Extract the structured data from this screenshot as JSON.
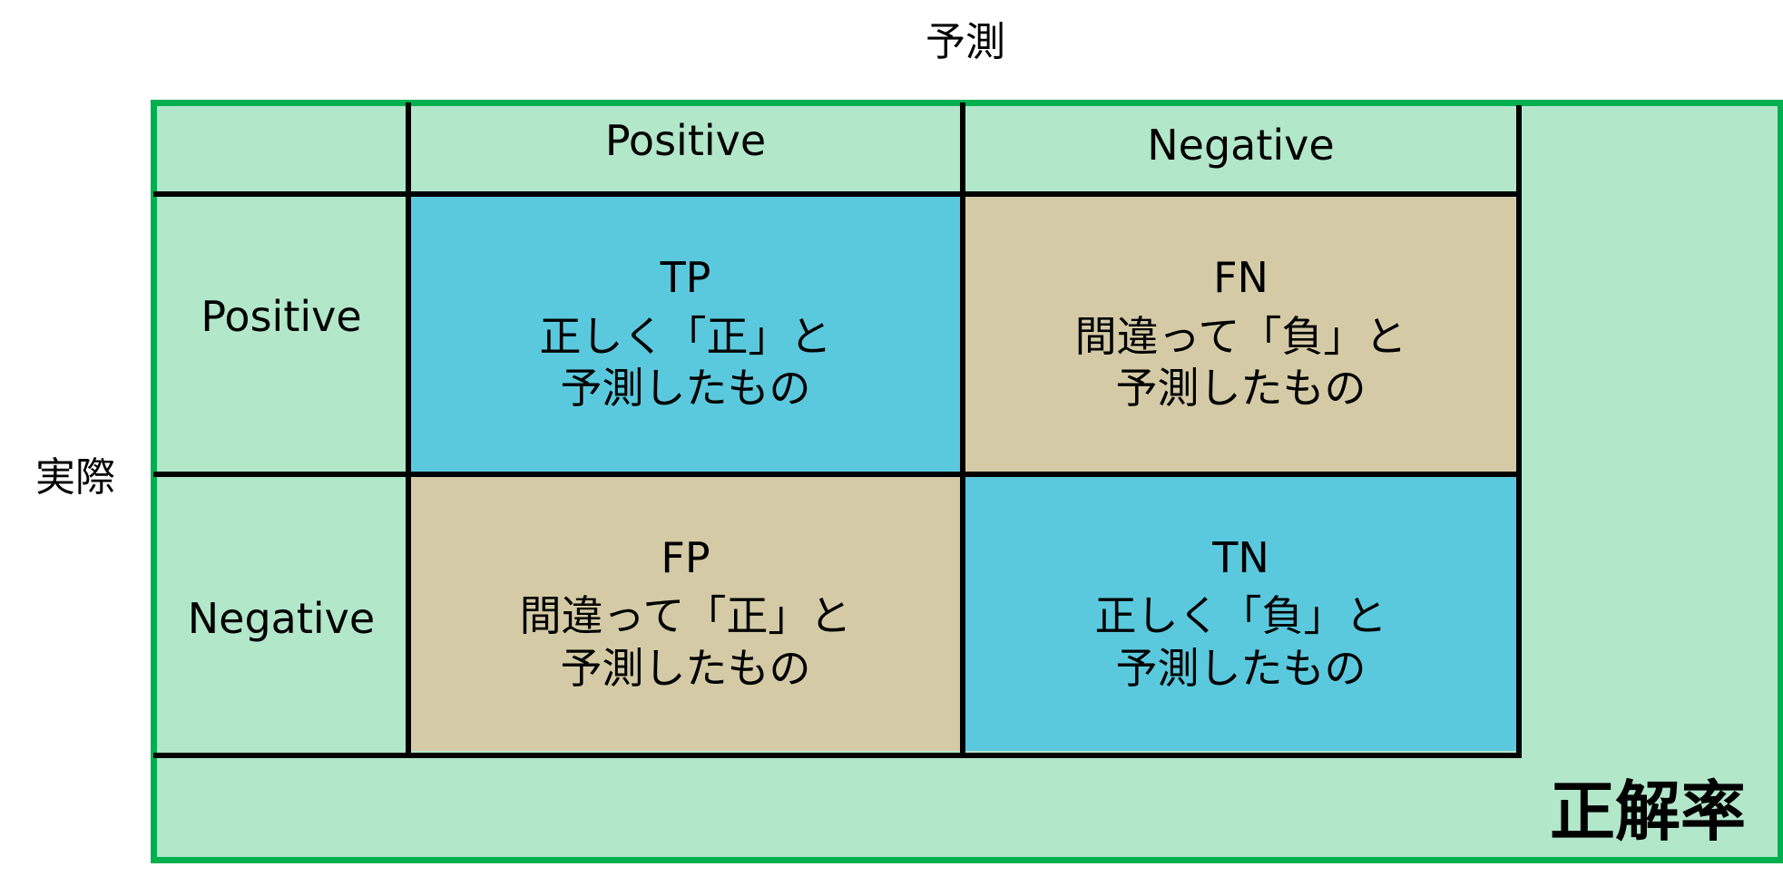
{
  "diagram": {
    "title_predicted": "予測",
    "title_actual": "実際",
    "column_headers": [
      "Positive",
      "Negative"
    ],
    "row_headers": [
      "Positive",
      "Negative"
    ],
    "cells": [
      {
        "code": "TP",
        "line1": "正しく「正」と",
        "line2": "予測したもの",
        "color": "#5BC9DD"
      },
      {
        "code": "FN",
        "line1": "間違って「負」と",
        "line2": "予測したもの",
        "color": "#D4CBA6"
      },
      {
        "code": "FP",
        "line1": "間違って「正」と",
        "line2": "予測したもの",
        "color": "#D4CBA6"
      },
      {
        "code": "TN",
        "line1": "正しく「負」と",
        "line2": "予測したもの",
        "color": "#5BC9DD"
      }
    ],
    "accuracy_label": "正解率",
    "colors": {
      "outer_border": "#00B050",
      "outer_fill": "#B2E7CA",
      "correct_fill": "#5BC9DD",
      "wrong_fill": "#D4CBA6",
      "grid_line": "#000000"
    }
  }
}
